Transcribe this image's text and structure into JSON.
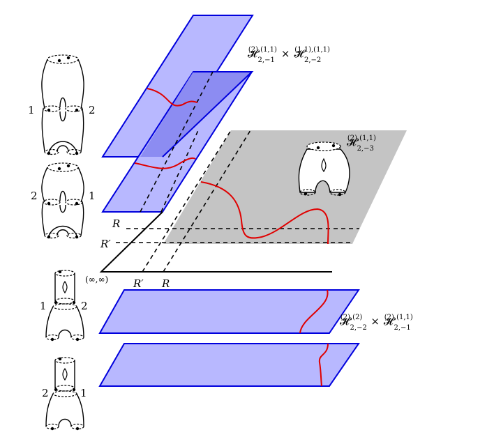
{
  "colors": {
    "sheet_fill": "#b8b8ff",
    "sheet_stroke": "#0000dd",
    "overlap_fill": "#8c8cf2",
    "gray_fill": "#c4c4c4",
    "red_curve": "#e00000",
    "line": "#000000"
  },
  "labels": {
    "top_product": {
      "a_base": "𝓗",
      "a_sub": "2,−1",
      "a_sup": "(2),(1,1)",
      "times": "×",
      "b_base": "𝓗",
      "b_sub": "2,−2",
      "b_sup": "(1,1),(1,1)"
    },
    "gray_sheet": {
      "base": "𝓗",
      "sub": "2,−3",
      "sup": "(2),(1,1)"
    },
    "bottom_product": {
      "a_base": "𝓗",
      "a_sub": "2,−2",
      "a_sup": "(2),(2)",
      "times": "×",
      "b_base": "𝓗",
      "b_sub": "2,−1",
      "b_sup": "(2),(1,1)"
    },
    "corner": "(∞,∞)",
    "axis_x_R_prime": "R′",
    "axis_x_R": "R",
    "axis_y_R": "R",
    "axis_y_R_prime": "R′"
  },
  "surfaces": [
    {
      "left_label": "1",
      "right_label": "2"
    },
    {
      "left_label": "2",
      "right_label": "1"
    },
    {
      "left_label": "1",
      "right_label": "2"
    },
    {
      "left_label": "2",
      "right_label": "1"
    }
  ]
}
